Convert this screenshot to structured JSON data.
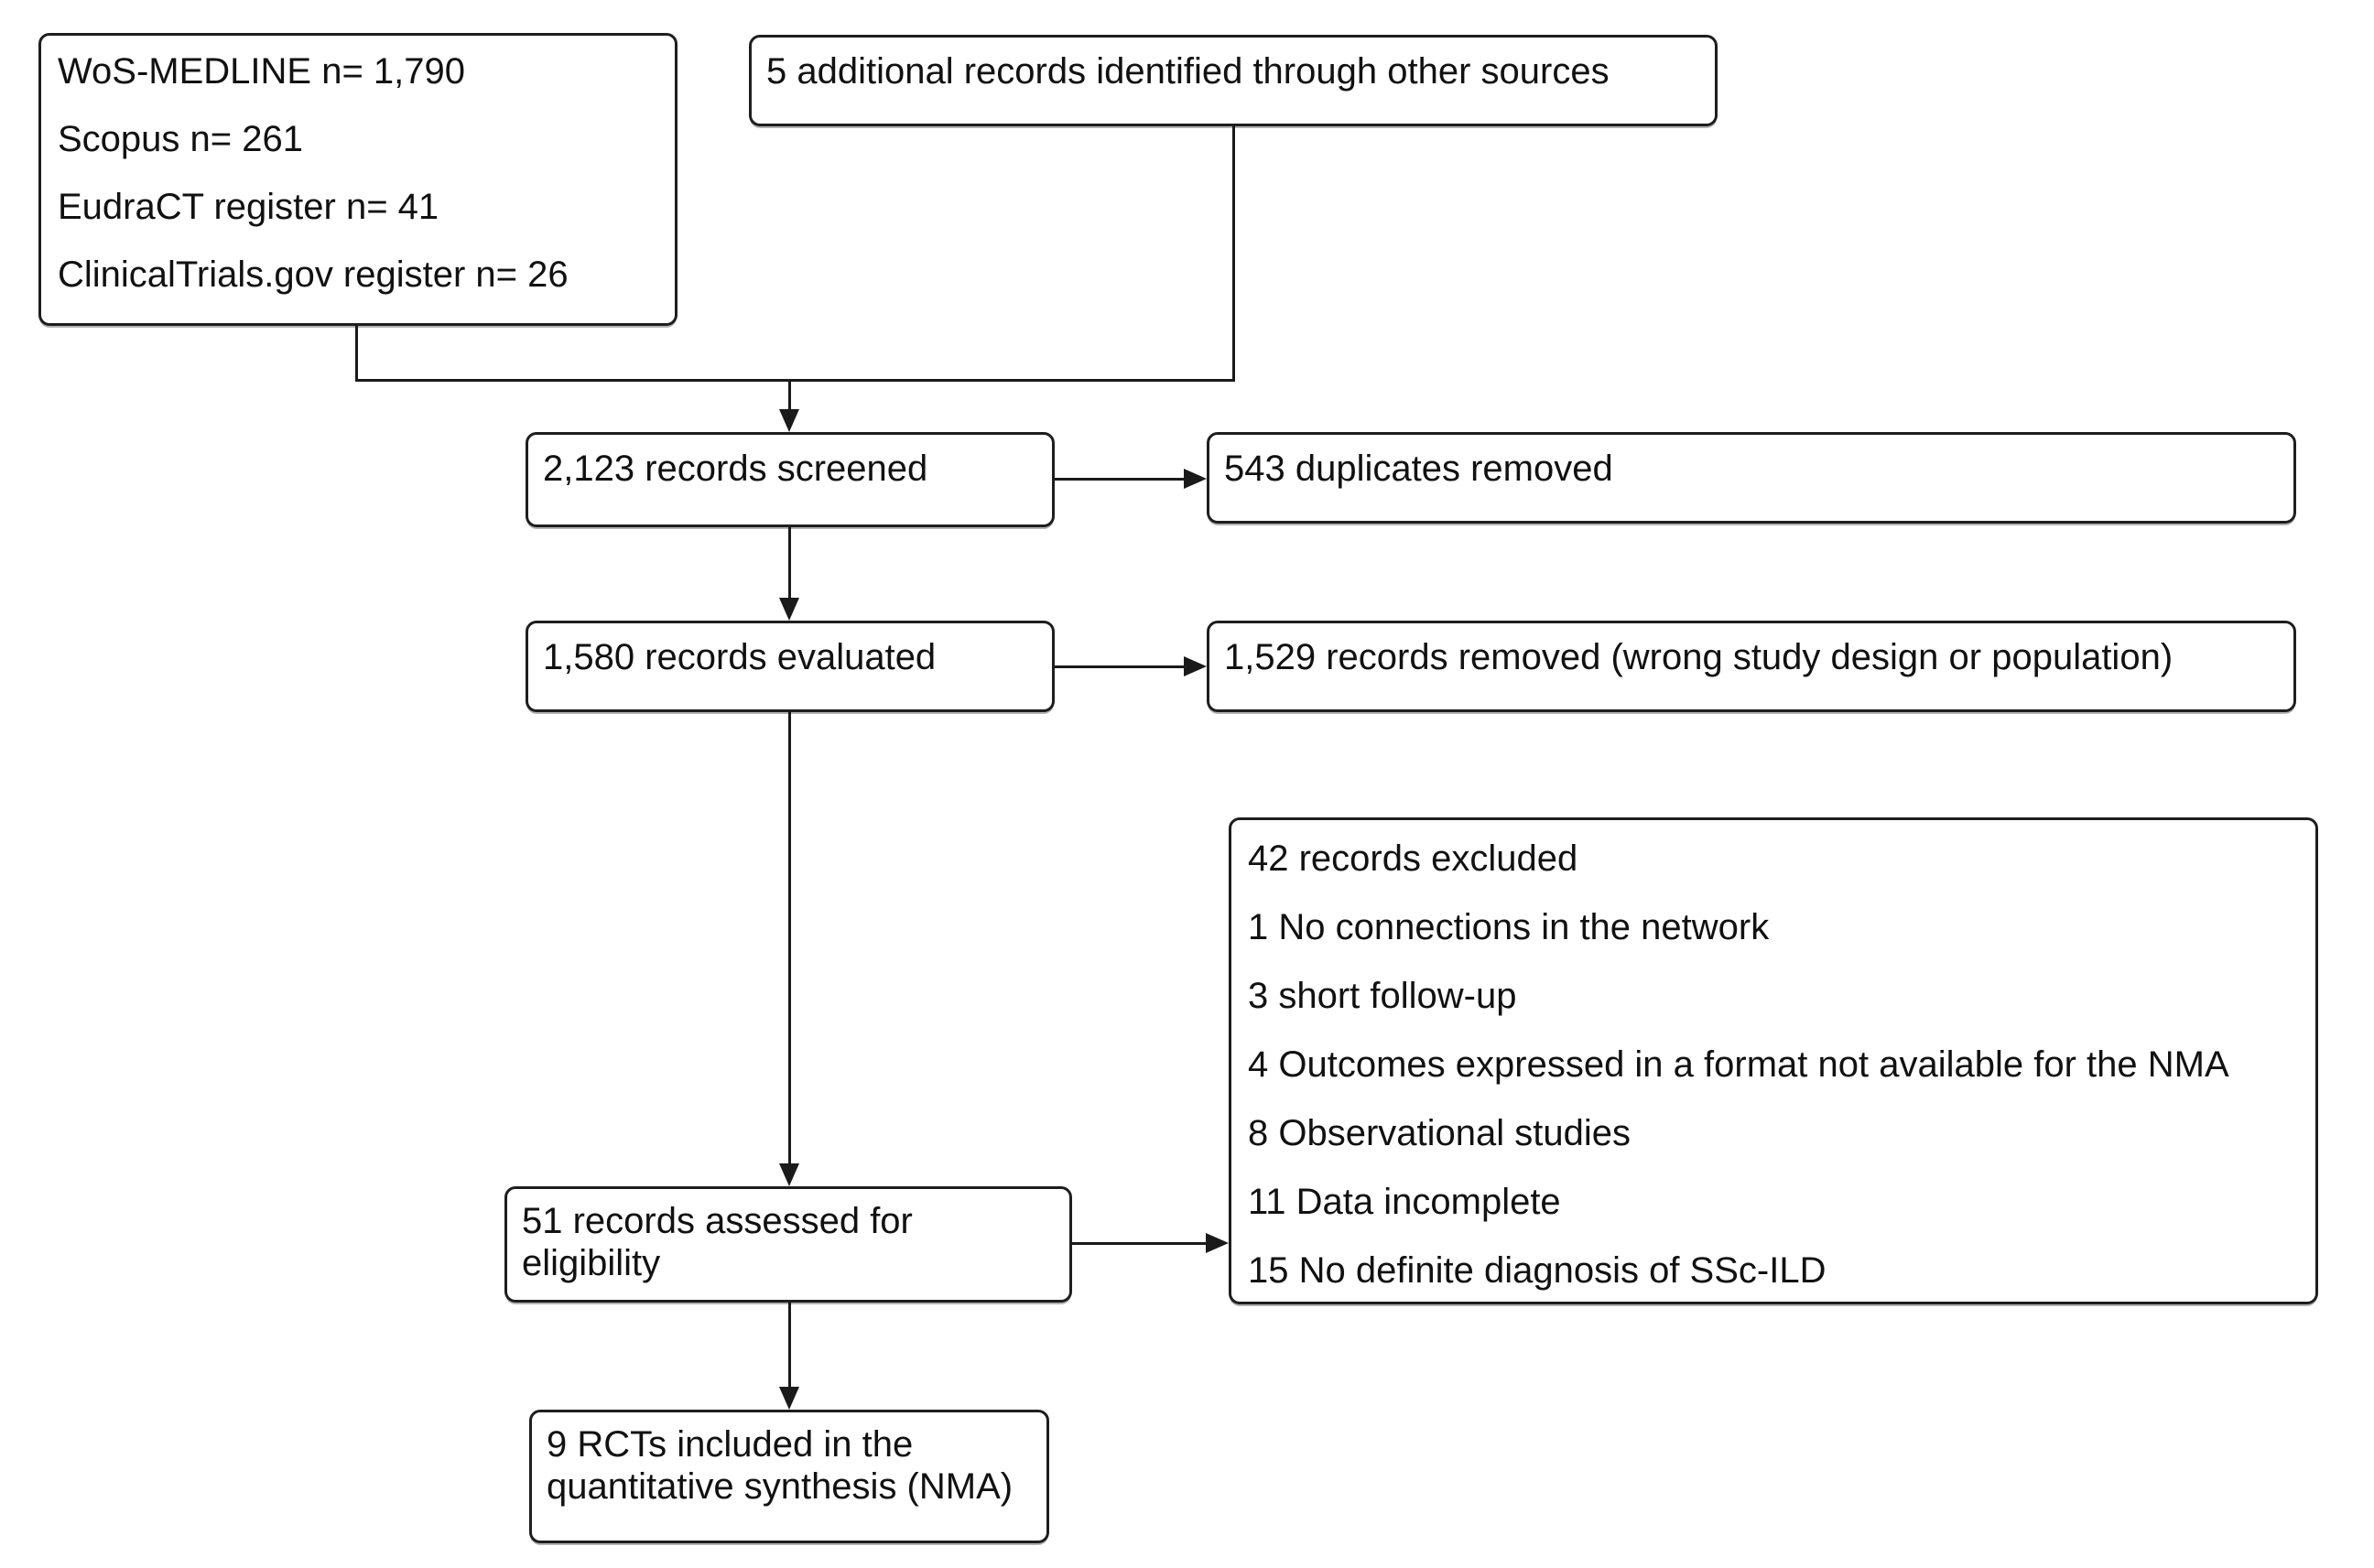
{
  "page": {
    "background_color": "#ffffff",
    "ink_color": "#1a1a1a",
    "box_fill_color": "#ffffff"
  },
  "diagram": {
    "type": "flowchart",
    "boxes": {
      "sources": {
        "lines": [
          "WoS-MEDLINE n= 1,790",
          "Scopus n= 261",
          "EudraCT register n= 41",
          "ClinicalTrials.gov register n= 26"
        ]
      },
      "other_sources": {
        "text": "5 additional records identified through other sources"
      },
      "screened": {
        "text": "2,123 records screened"
      },
      "duplicates": {
        "text": "543 duplicates removed"
      },
      "evaluated": {
        "text": "1,580 records evaluated"
      },
      "wrong_design": {
        "text": "1,529 records removed (wrong study design or population)"
      },
      "excluded": {
        "lines": [
          "42 records excluded",
          "1 No connections in the network",
          "3 short follow-up",
          "4 Outcomes expressed in a format not available for the NMA",
          "8 Observational studies",
          "11 Data incomplete",
          "15 No definite diagnosis of SSc-ILD"
        ]
      },
      "eligibility": {
        "text": "51 records assessed for eligibility"
      },
      "included": {
        "text": "9 RCTs included in the quantitative synthesis (NMA)"
      }
    }
  }
}
